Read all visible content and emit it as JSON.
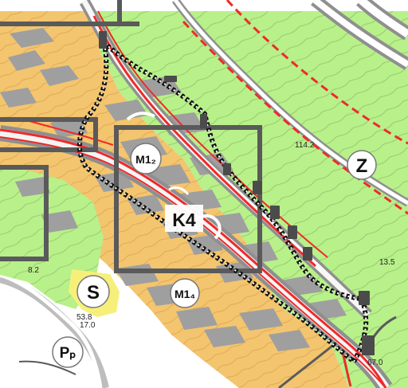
{
  "map": {
    "labels": {
      "z": "Z",
      "k4": "K4",
      "m12": "M1₂",
      "m14": "M1₄",
      "s": "S",
      "pp": "Pₚ"
    }
  },
  "colors": {
    "green_zone": "#b8f08a",
    "orange_zone": "#f3c56f",
    "grey_blocks": "#9f9f9f",
    "red_lines": "#ef2a2a",
    "black_boundary": "#111111",
    "dark_grey_box": "#5a5a5a",
    "white_road": "#ffffff"
  }
}
